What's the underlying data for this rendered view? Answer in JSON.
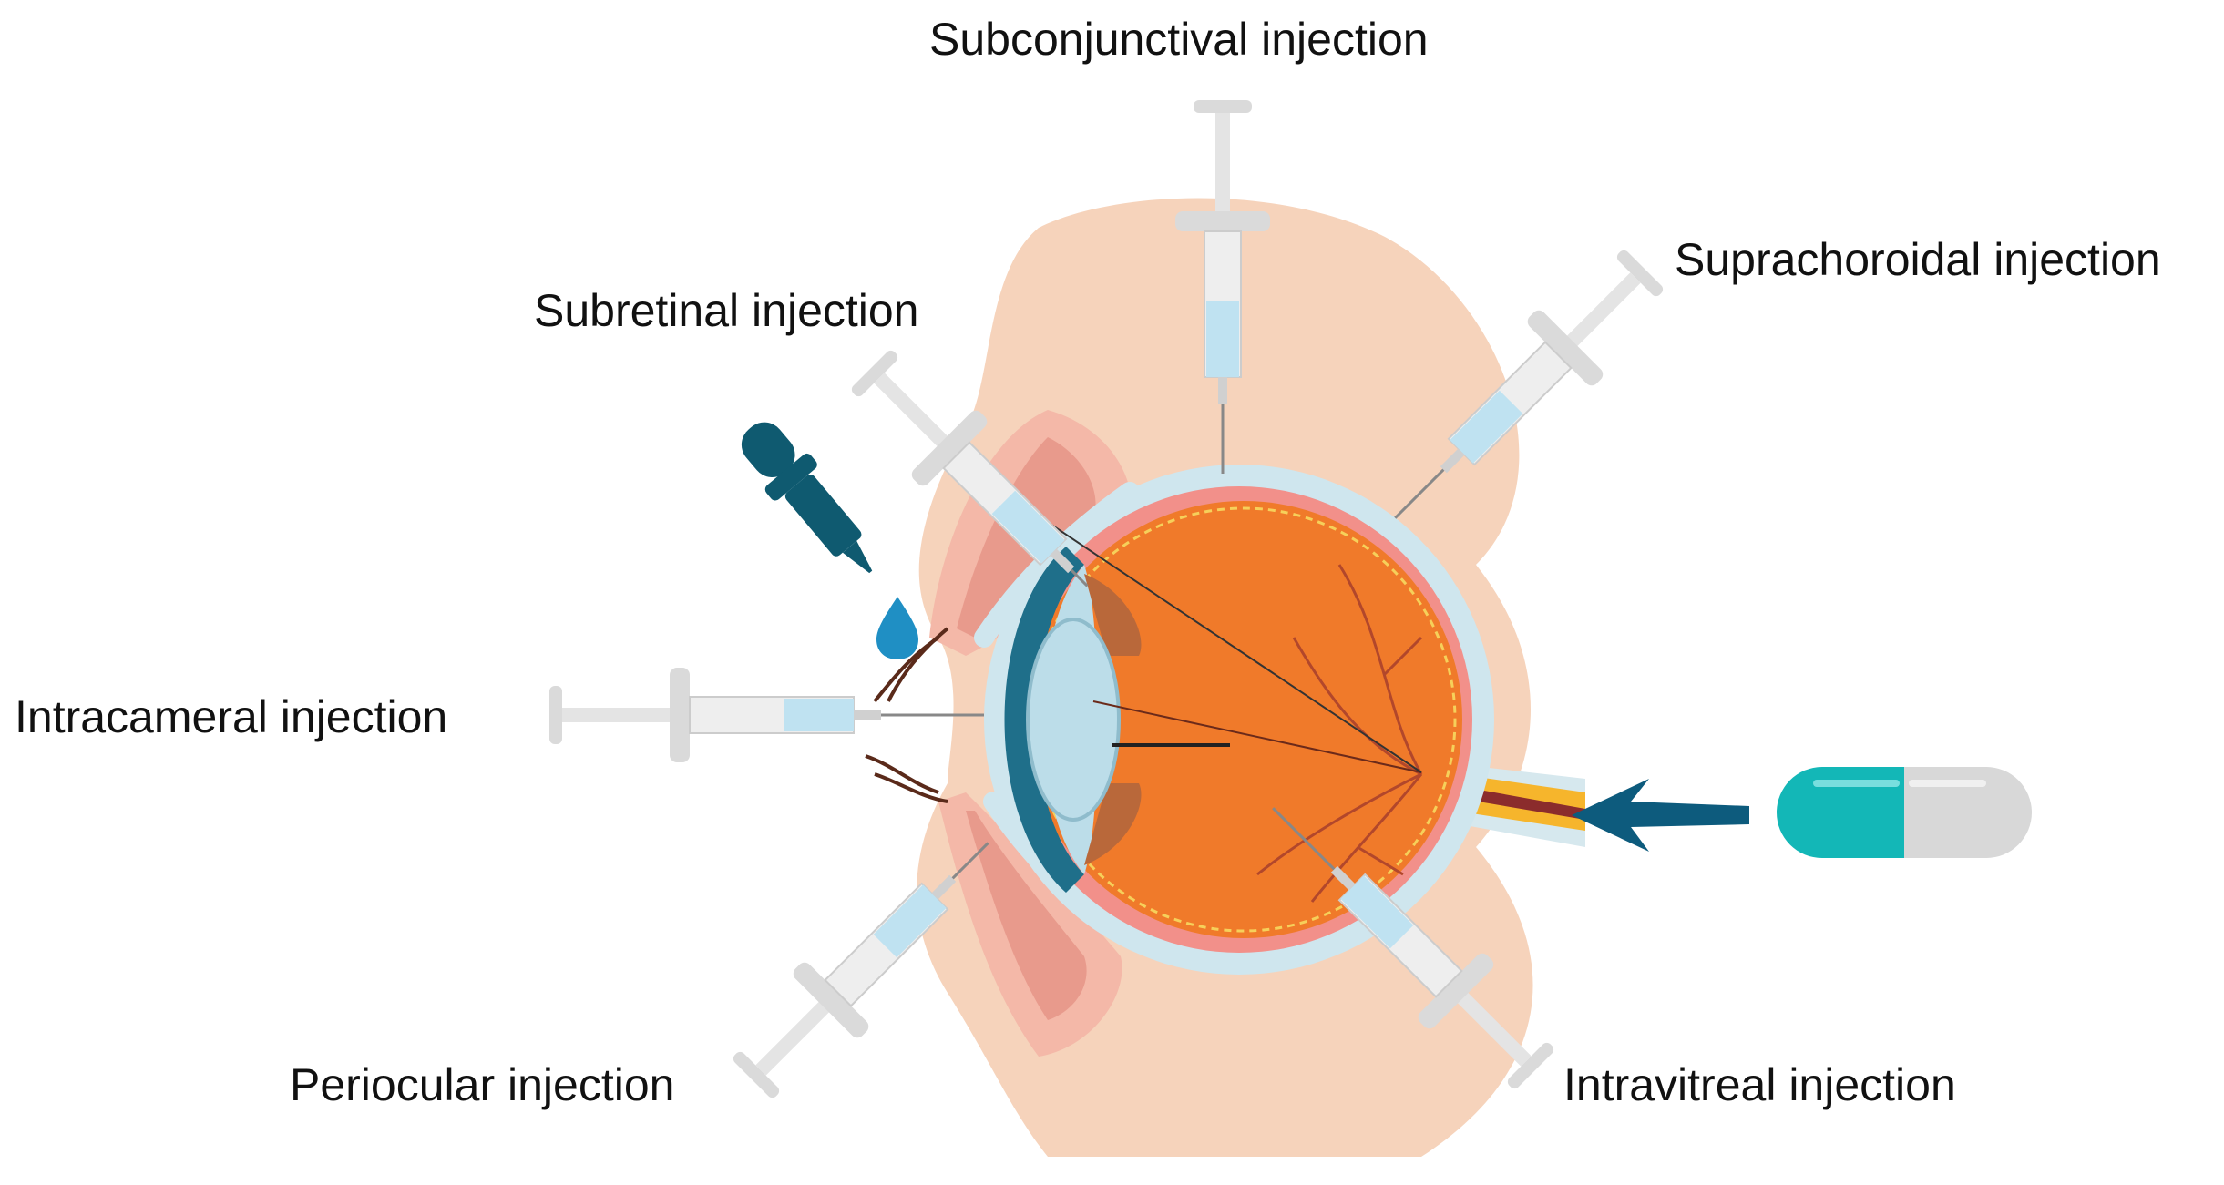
{
  "labels": {
    "subconjunctival": "Subconjunctival injection",
    "suprachoroidal": "Suprachoroidal injection",
    "subretinal": "Subretinal injection",
    "intracameral": "Intracameral injection",
    "periocular": "Periocular injection",
    "intravitreal": "Intravitreal injection"
  },
  "colors": {
    "skin": "#f6d3bb",
    "eyeball": "#f07a2a",
    "sclera": "#cfe6ee",
    "choroid": "#f2908a",
    "lens": "#bcdde9",
    "cornea": "#1f6f8a",
    "dropper": "#0f5a70",
    "drop": "#1f8fc4",
    "arrow": "#0d5b7d",
    "capsule_left": "#13b7b7",
    "capsule_right": "#d8d8d8",
    "syringe": "#e4e4e4",
    "syringe_fluid": "#bfe2f1",
    "vessels": "#b2472b",
    "optic_nerve": "#f6b52c"
  },
  "icons": [
    "eye-cross-section",
    "syringe-icon",
    "eye-dropper-icon",
    "drop-icon",
    "capsule-icon",
    "arrow-icon"
  ]
}
